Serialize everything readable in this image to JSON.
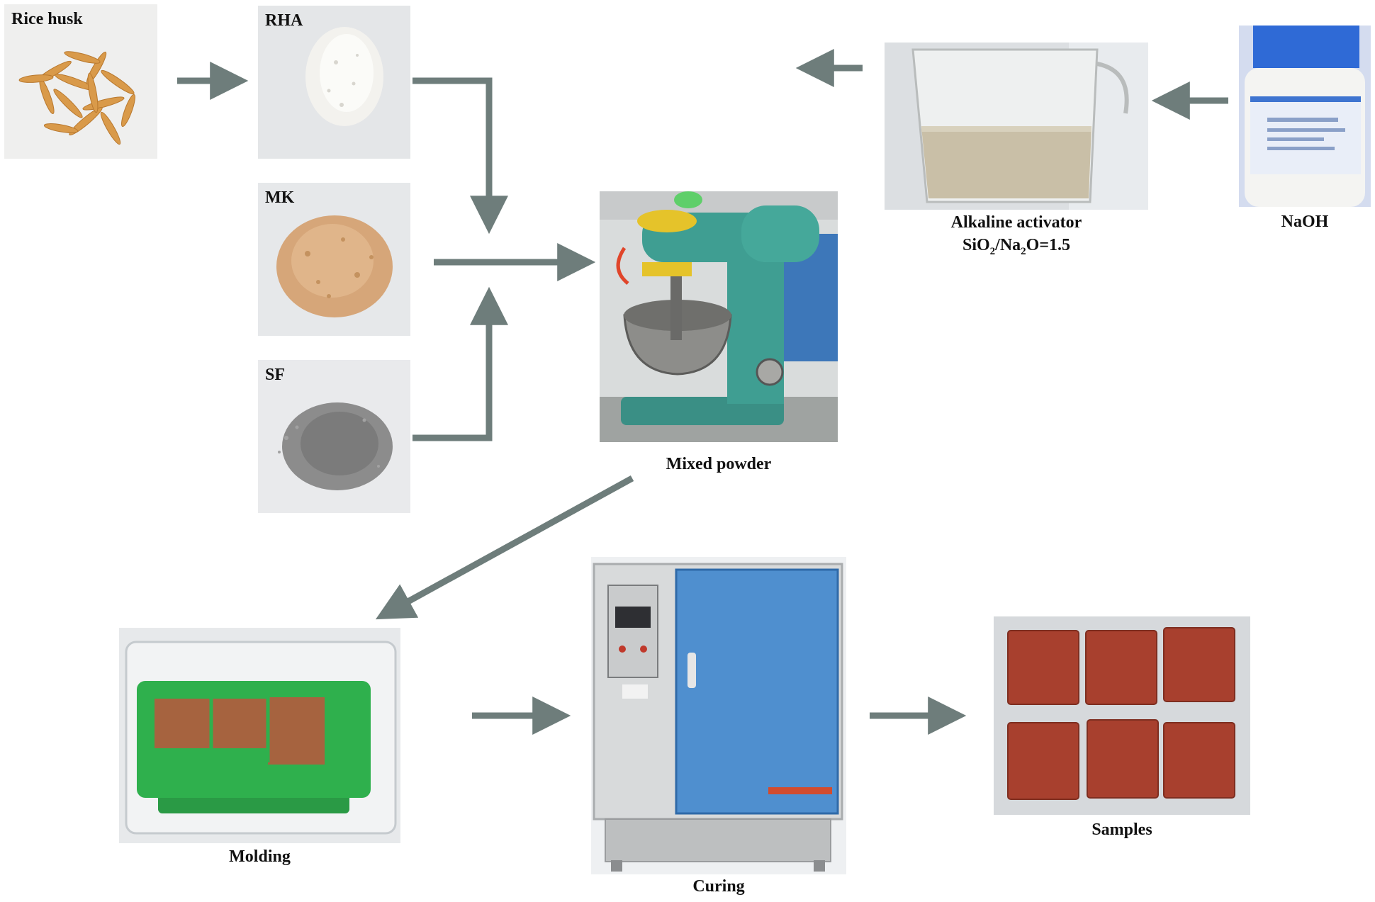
{
  "labels": {
    "rice_husk": "Rice husk",
    "rha": "RHA",
    "mk": "MK",
    "sf": "SF",
    "mixed_powder": "Mixed powder",
    "alkaline_activator_line1": "Alkaline activator",
    "alkaline_activator_line2_pre": "SiO",
    "alkaline_activator_line2_sub1": "2",
    "alkaline_activator_line2_mid": "/Na",
    "alkaline_activator_line2_sub2": "2",
    "alkaline_activator_line2_post": "O=1.5",
    "naoh": "NaOH",
    "molding": "Molding",
    "curing": "Curing",
    "samples": "Samples"
  },
  "colors": {
    "arrow": "#6e7d7b",
    "rice_husk": "#d99a4a",
    "rha": "#ecebe6",
    "mk": "#d6a679",
    "sf": "#8c8c8c",
    "mixer_body": "#3f9e92",
    "curing_cabinet": "#4f8fcf",
    "sample_block": "#a8402e",
    "mold": "#2fb04d"
  }
}
